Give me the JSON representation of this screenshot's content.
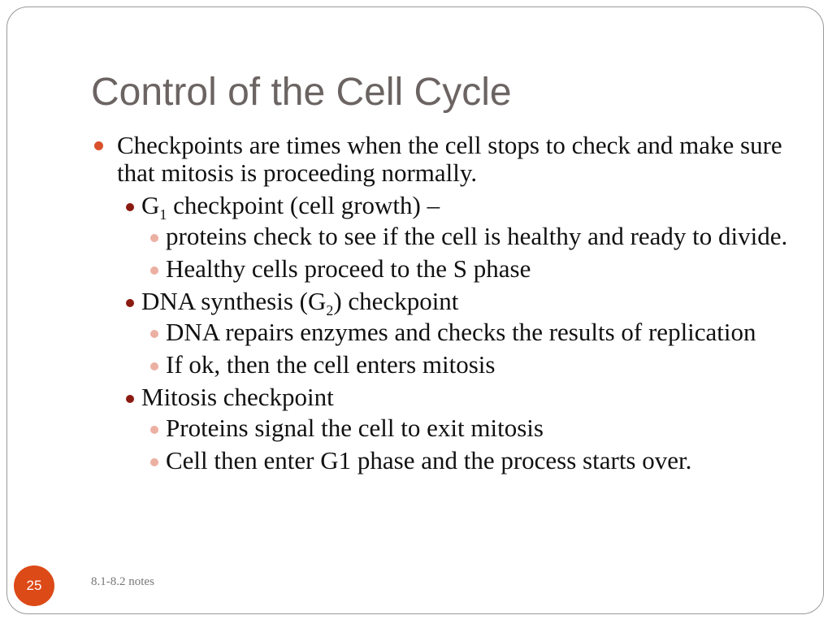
{
  "slide": {
    "title": "Control of the Cell Cycle",
    "page_number": "25",
    "footer": "8.1-8.2 notes"
  },
  "bullets": {
    "main": "Checkpoints are times when the cell stops to check and make sure that mitosis is proceeding normally.",
    "g1": {
      "prefix": "G",
      "sub": "1",
      "suffix": " checkpoint (cell growth) –",
      "items": [
        "proteins check to see if the cell is healthy and ready to divide.",
        "Healthy cells proceed to the S phase"
      ]
    },
    "g2": {
      "prefix": "DNA synthesis (G",
      "sub": "2",
      "suffix": ") checkpoint",
      "items": [
        "DNA repairs enzymes and checks the results of replication",
        "If ok, then the cell enters mitosis"
      ]
    },
    "mitosis": {
      "label": "Mitosis checkpoint",
      "items": [
        "Proteins signal the cell to exit mitosis",
        "Cell then enter G1 phase and the process starts over."
      ]
    }
  },
  "colors": {
    "accent": "#dc4a18",
    "level2_bullet": "#8b1a10",
    "level3_bullet": "#ebb0a2",
    "title": "#6b6462"
  }
}
